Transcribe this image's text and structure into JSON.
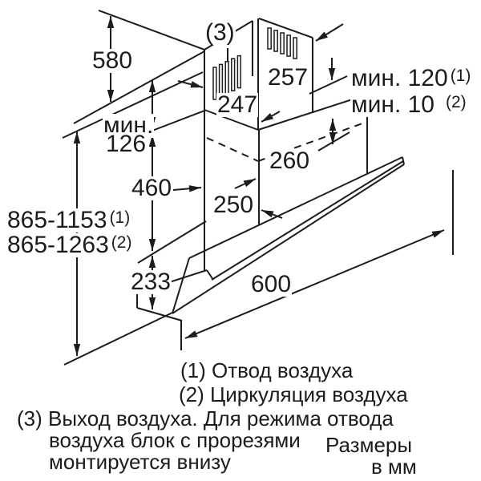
{
  "diagram": {
    "colors": {
      "line": "#1c1c1c",
      "background": "#ffffff"
    },
    "dims": {
      "ceiling_gap": "580",
      "min_mount_prefix": "мин.",
      "min_mount_value": "126",
      "duct_height": "460",
      "body_height": "233",
      "total_height_exhaust": "865-1153",
      "total_height_exhaust_sup": "(1)",
      "total_height_recirc": "865-1263",
      "total_height_recirc_sup": "(2)",
      "min_clearance_exhaust": "мин. 120",
      "min_clearance_exhaust_sup": "(1)",
      "min_clearance_recirc": "мин. 10",
      "min_clearance_recirc_sup": "(2)",
      "chimney_width_top": "257",
      "chimney_depth_top": "247",
      "chimney_width_bottom": "260",
      "chimney_depth_bottom": "250",
      "hood_width": "600",
      "vent_block_label": "(3)"
    },
    "legend": {
      "line1": "(1) Отвод воздуха",
      "line2": "(2) Циркуляция воздуха",
      "line3": "(3) Выход воздуха. Для режима отвода",
      "line4": "воздуха блок с прорезями",
      "line5": "монтируется внизу",
      "units_line1": "Размеры",
      "units_line2": "в мм"
    }
  }
}
